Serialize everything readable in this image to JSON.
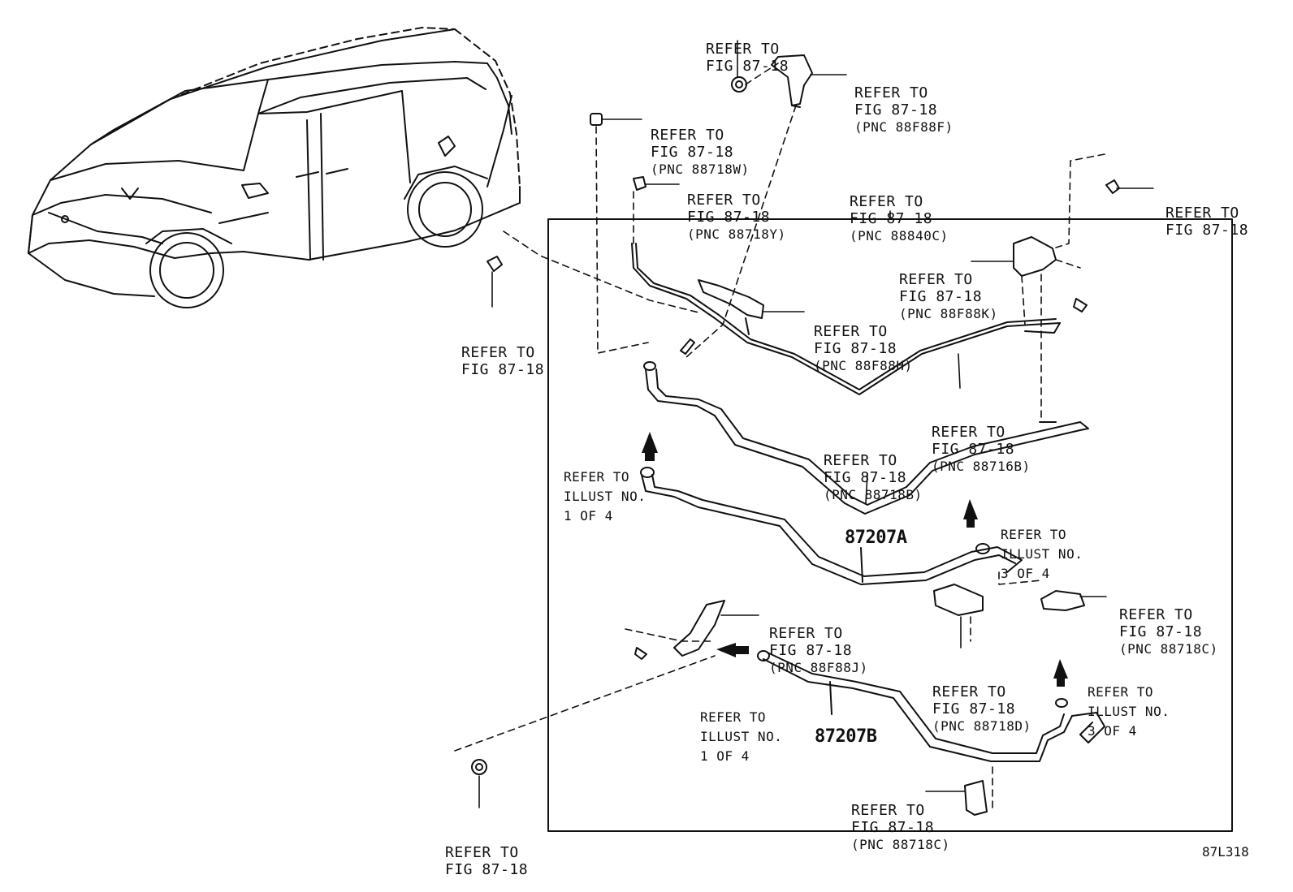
{
  "labels": [
    {
      "id": "top-center-fig",
      "lines": [
        "REFER TO",
        "FIG 87-18"
      ]
    },
    {
      "id": "pnc-88f88f",
      "lines": [
        "REFER TO",
        "FIG 87-18",
        "(PNC 88F88F)"
      ]
    },
    {
      "id": "pnc-88718w",
      "lines": [
        "REFER TO",
        "FIG 87-18",
        "(PNC 88718W)"
      ]
    },
    {
      "id": "pnc-88718y",
      "lines": [
        "REFER TO",
        "FIG 87-18",
        "(PNC 88718Y)"
      ]
    },
    {
      "id": "pnc-88840c",
      "lines": [
        "REFER TO",
        "FIG 87-18",
        "(PNC 88840C)"
      ]
    },
    {
      "id": "right-top-fig",
      "lines": [
        "REFER TO",
        "FIG 87-18"
      ]
    },
    {
      "id": "pnc-88f88k",
      "lines": [
        "REFER TO",
        "FIG 87-18",
        "(PNC 88F88K)"
      ]
    },
    {
      "id": "left-clip-fig",
      "lines": [
        "REFER TO",
        "FIG 87-18"
      ]
    },
    {
      "id": "pnc-88f88h",
      "lines": [
        "REFER TO",
        "FIG 87-18",
        "(PNC 88F88H)"
      ]
    },
    {
      "id": "pnc-88716b",
      "lines": [
        "REFER TO",
        "FIG 87-18",
        "(PNC 88716B)"
      ]
    },
    {
      "id": "pnc-88718b",
      "lines": [
        "REFER TO",
        "FIG 87-18",
        "(PNC 88718B)"
      ]
    },
    {
      "id": "illust-1of4-upper",
      "lines": [
        "REFER TO",
        "ILLUST NO.",
        "1 OF 4"
      ]
    },
    {
      "id": "illust-3of4-upper",
      "lines": [
        "REFER TO",
        "ILLUST NO.",
        "3 OF 4"
      ]
    },
    {
      "id": "pnc-88718c-right",
      "lines": [
        "REFER TO",
        "FIG 87-18",
        "(PNC 88718C)"
      ]
    },
    {
      "id": "pnc-88f88j",
      "lines": [
        "REFER TO",
        "FIG 87-18",
        "(PNC 88F88J)"
      ]
    },
    {
      "id": "illust-1of4-lower",
      "lines": [
        "REFER TO",
        "ILLUST NO.",
        "1 OF 4"
      ]
    },
    {
      "id": "pnc-88718d",
      "lines": [
        "REFER TO",
        "FIG 87-18",
        "(PNC 88718D)"
      ]
    },
    {
      "id": "illust-3of4-lower",
      "lines": [
        "REFER TO",
        "ILLUST NO.",
        "3 OF 4"
      ]
    },
    {
      "id": "pnc-88718c-bottom",
      "lines": [
        "REFER TO",
        "FIG 87-18",
        "(PNC 88718C)"
      ]
    },
    {
      "id": "bottom-left-fig",
      "lines": [
        "REFER TO",
        "FIG 87-18"
      ]
    }
  ],
  "part_numbers": {
    "upper_pipe": "87207A",
    "lower_pipe": "87207B"
  },
  "illustration_code": "87L318",
  "colors": {
    "ink": "#111111",
    "paper": "#ffffff"
  }
}
